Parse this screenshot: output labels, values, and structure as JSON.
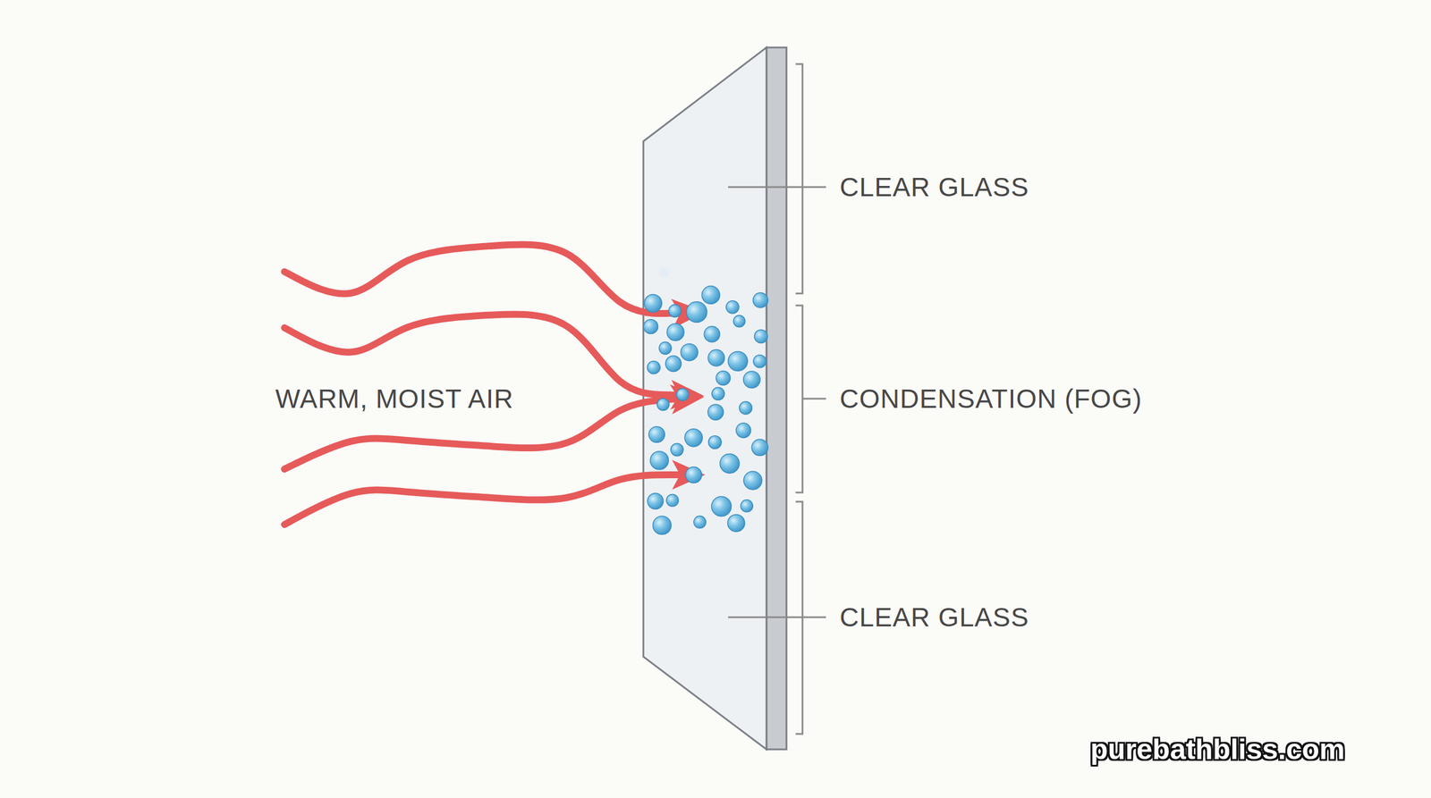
{
  "diagram": {
    "labels": [
      "WARM, MOIST AIR",
      "CLEAR GLASS",
      "CONDENSATION (FOG)",
      "CLEAR GLASS",
      "purebathbliss.com"
    ]
  }
}
